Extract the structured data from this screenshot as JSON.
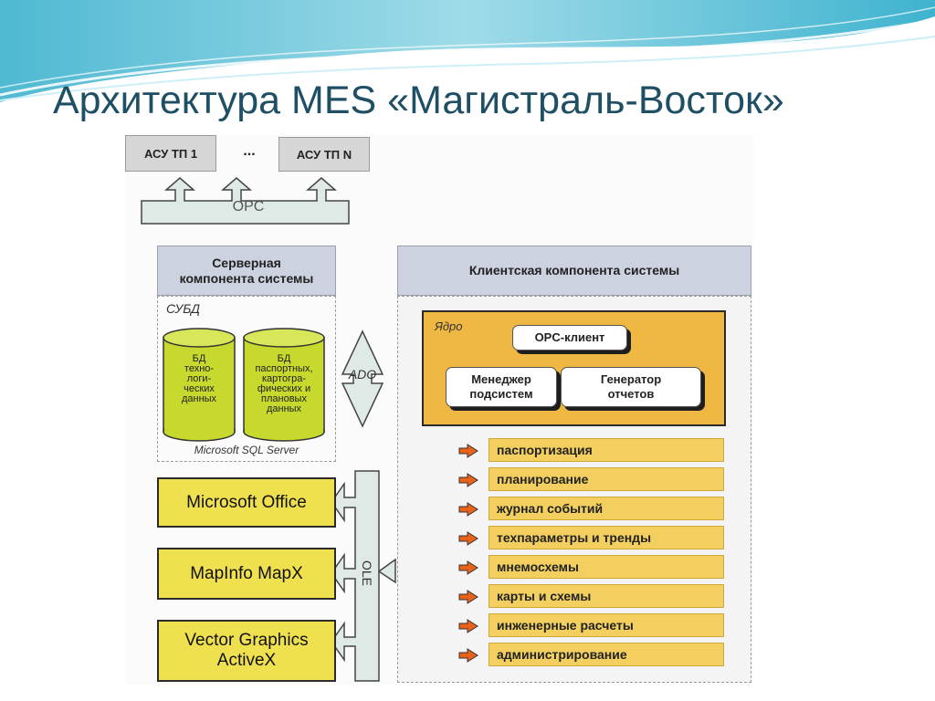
{
  "title": "Архитектура MES «Магистраль-Восток»",
  "top": {
    "asu1": "АСУ ТП 1",
    "ellipsis": "...",
    "asuN": "АСУ ТП N",
    "opc": "OPC"
  },
  "server": {
    "header_line1": "Серверная",
    "header_line2": "компонента системы",
    "dbms_label": "СУБД",
    "db1_lines": [
      "БД",
      "техно-",
      "логи-",
      "ческих",
      "данных"
    ],
    "db2_lines": [
      "БД",
      "паспортных,",
      "картогра-",
      "фических и",
      "плановых",
      "данных"
    ],
    "sql_server": "Microsoft SQL Server"
  },
  "ado": "ADO",
  "ole": "OLE",
  "apps": [
    {
      "line1": "Microsoft Office",
      "line2": ""
    },
    {
      "line1": "MapInfo MapX",
      "line2": ""
    },
    {
      "line1": "Vector Graphics",
      "line2": "ActiveX"
    }
  ],
  "client": {
    "header": "Клиентская компонента системы",
    "core_label": "Ядро",
    "opc_client": "OPC-клиент",
    "manager_line1": "Менеджер",
    "manager_line2": "подсистем",
    "generator_line1": "Генератор",
    "generator_line2": "отчетов",
    "modules": [
      "паспортизация",
      "планирование",
      "журнал событий",
      "техпараметры и тренды",
      "мнемосхемы",
      "карты и схемы",
      "инженерные расчеты",
      "администрирование"
    ]
  },
  "colors": {
    "title": "#1f4f64",
    "core": "#efb842",
    "module": "#f2cf5e",
    "app_box": "#efe04f",
    "db_cylinder": "#c6d92c",
    "connector": "#dfeae6",
    "module_arrow": "#e8631a"
  }
}
